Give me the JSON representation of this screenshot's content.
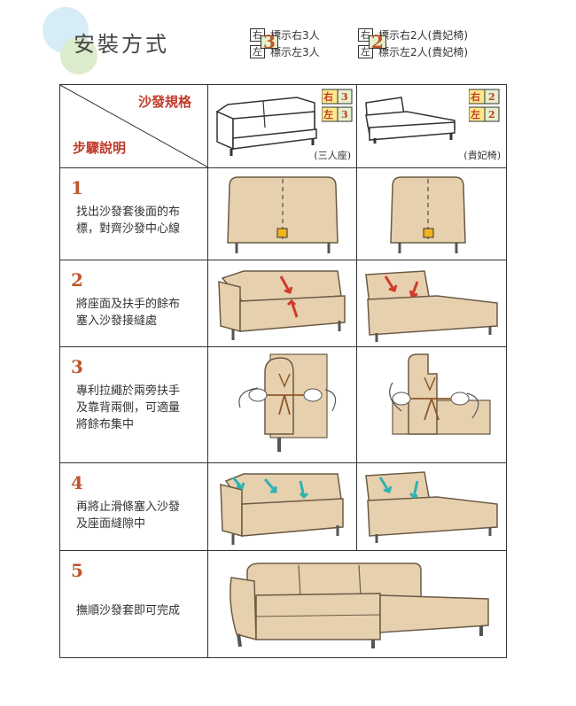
{
  "title": "安裝方式",
  "legend": [
    {
      "side": "右",
      "num": "3",
      "label": "標示右3人"
    },
    {
      "side": "左",
      "num": "3",
      "label": "標示左3人"
    },
    {
      "side": "右",
      "num": "2",
      "label": "標示右2人(貴妃椅)"
    },
    {
      "side": "左",
      "num": "2",
      "label": "標示左2人(貴妃椅)"
    }
  ],
  "header": {
    "spec_label": "沙發規格",
    "steps_label": "步驟說明",
    "sofa3": {
      "tag_right": "右",
      "tag_left": "左",
      "num": "3",
      "caption": "(三人座)"
    },
    "chaise": {
      "tag_right": "右",
      "tag_left": "左",
      "num": "2",
      "caption": "(貴妃椅)"
    }
  },
  "steps": [
    {
      "num": "1",
      "lines": [
        "找出沙發套後面的布",
        "標，對齊沙發中心線"
      ]
    },
    {
      "num": "2",
      "lines": [
        "將座面及扶手的餘布",
        "塞入沙發接縫處"
      ]
    },
    {
      "num": "3",
      "lines": [
        "專利拉繩於兩旁扶手",
        "及靠背兩側，可適量",
        "將餘布集中"
      ]
    },
    {
      "num": "4",
      "lines": [
        "再將止滑條塞入沙發",
        "及座面縫隙中"
      ]
    },
    {
      "num": "5",
      "lines": [
        "撫順沙發套即可完成"
      ]
    }
  ],
  "colors": {
    "cover": "#e7d0ae",
    "number": "#c0562a",
    "header_text": "#c0392b",
    "arrow_red": "#d03a2a",
    "arrow_teal": "#2eb3b0"
  }
}
